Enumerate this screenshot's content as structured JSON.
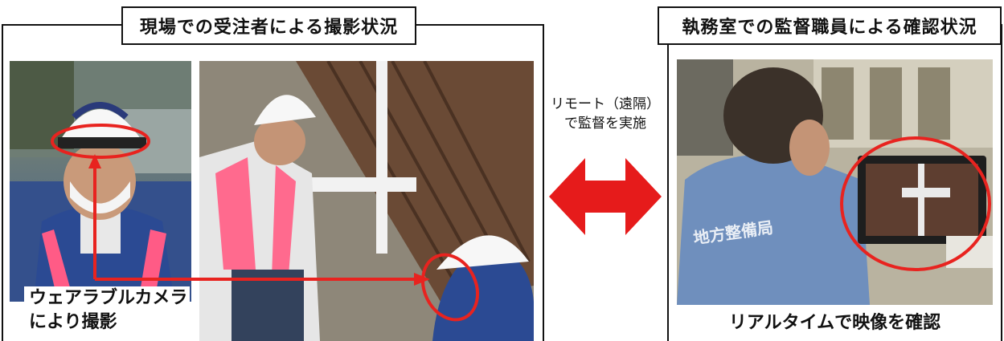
{
  "left_panel": {
    "title": "現場での受注者による撮影状況",
    "caption_line1": "ウェアラブルカメラ",
    "caption_line2": "により撮影",
    "photos": [
      {
        "subject": "worker-with-wearable-camera"
      },
      {
        "subject": "inspector-measuring-sheet-piles"
      }
    ]
  },
  "middle": {
    "label_line1": "リモート（遠隔）",
    "label_line2": "で監督を実施",
    "arrow_color": "#e61b1b"
  },
  "right_panel": {
    "title": "執務室での監督職員による確認状況",
    "caption": "リアルタイムで映像を確認",
    "photo_text": "地方整備局"
  },
  "colors": {
    "highlight_red": "#e8231f",
    "frame": "#111111"
  }
}
